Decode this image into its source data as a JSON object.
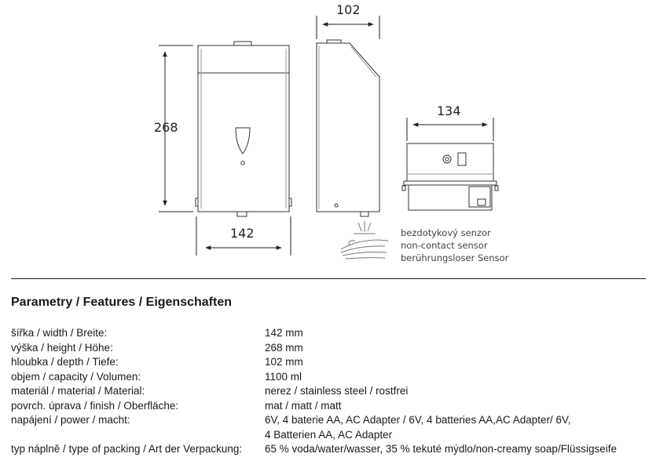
{
  "dimensions": {
    "width": "142",
    "height": "268",
    "depth": "102",
    "base_width": "134"
  },
  "sensor": {
    "lines": [
      "bezdotykový senzor",
      "non-contact sensor",
      "berührungsloser Sensor"
    ]
  },
  "parameters": {
    "heading": "Parametry / Features / Eigenschaften",
    "rows": [
      {
        "label": "šířka / width / Breite:",
        "value": "142 mm"
      },
      {
        "label": "výška / height / Höhe:",
        "value": "268 mm"
      },
      {
        "label": "hloubka / depth / Tiefe:",
        "value": "102 mm"
      },
      {
        "label": "objem / capacity / Volumen:",
        "value": "1100 ml"
      },
      {
        "label": "materiál / material / Material:",
        "value": "nerez / stainless steel / rostfrei"
      },
      {
        "label": "povrch. úprava / finish / Oberfläche:",
        "value": "mat / matt / matt"
      },
      {
        "label": "napájení / power / macht:",
        "value": "6V, 4 baterie AA, AC Adapter / 6V, 4 batteries AA,AC Adapter/ 6V,",
        "value2": "4 Batterien AA, AC Adapter"
      },
      {
        "label": "typ náplně / type of packing / Art der Verpackung:",
        "value": "65 % voda/water/wasser, 35 % tekuté mýdlo/non-creamy soap/Flüssigseife"
      }
    ]
  },
  "colors": {
    "line": "#333333",
    "text": "#1a1a1a"
  }
}
